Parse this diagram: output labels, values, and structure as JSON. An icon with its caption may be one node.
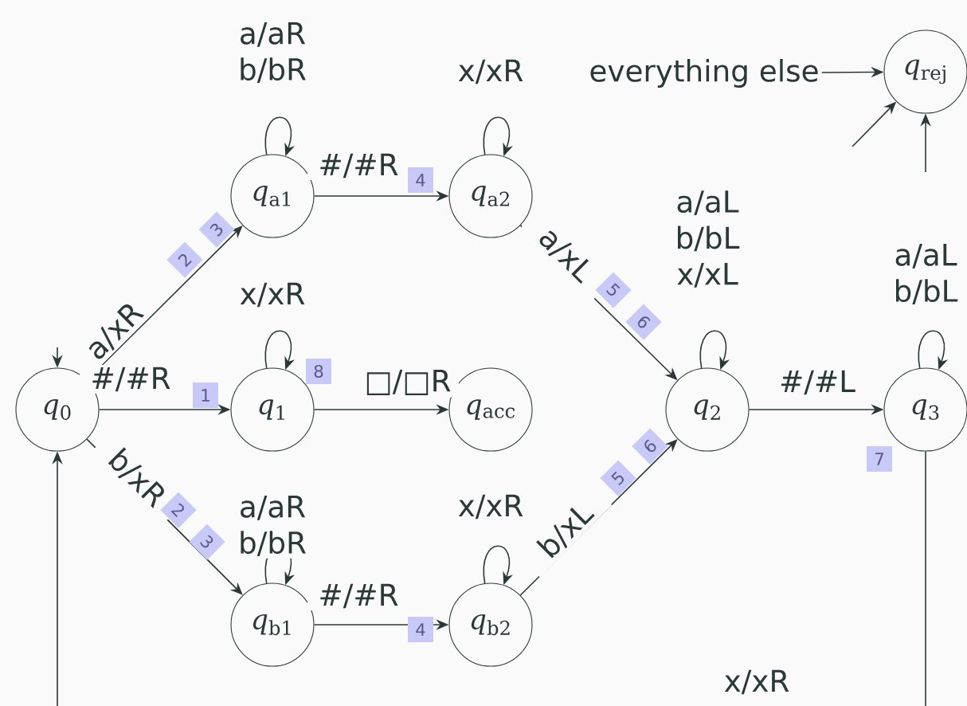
{
  "diagram": {
    "nodes": [
      {
        "text": [
          "*q*$_{0}$"
        ]
      },
      {
        "text": [
          "*q*$_{a1}$"
        ]
      },
      {
        "text": [
          "*q*$_{a2}$"
        ]
      },
      {
        "text": [
          "*q*$_{1}$"
        ]
      },
      {
        "text": [
          "*q*$_{acc}$"
        ]
      },
      {
        "text": [
          "*q*$_{2}$"
        ]
      },
      {
        "text": [
          "*q*$_{3}$"
        ]
      },
      {
        "text": [
          "*q*$_{b1}$"
        ]
      },
      {
        "text": [
          "*q*$_{b2}$"
        ]
      },
      {
        "text": [
          "*q*$_{rej}$"
        ]
      },
      {
        "text": [
          "everything else"
        ]
      }
    ],
    "edges": [
      {
        "from": 0,
        "to": 1,
        "arrow": "to",
        "label": "a/xR"
      },
      {
        "from": 0,
        "to": 3,
        "arrow": "to",
        "label": "#/#R"
      },
      {
        "from": 0,
        "to": 7,
        "arrow": "to",
        "label": "b/xR"
      },
      {
        "from": 1,
        "to": 1,
        "arrow": "to",
        "label": "a/aR b/bR"
      },
      {
        "from": 1,
        "to": 2,
        "arrow": "to",
        "label": "#/#R"
      },
      {
        "from": 2,
        "to": 2,
        "arrow": "to",
        "label": "x/xR"
      },
      {
        "from": 2,
        "to": 5,
        "arrow": "to",
        "label": "a/xL"
      },
      {
        "from": 3,
        "to": 3,
        "arrow": "to",
        "label": "x/xR"
      },
      {
        "from": 3,
        "to": 4,
        "arrow": "to",
        "label": "□/□R"
      },
      {
        "from": 7,
        "to": 7,
        "arrow": "to",
        "label": "a/aR b/bR"
      },
      {
        "from": 7,
        "to": 8,
        "arrow": "to",
        "label": "#/#R"
      },
      {
        "from": 8,
        "to": 8,
        "arrow": "to",
        "label": "x/xR"
      },
      {
        "from": 8,
        "to": 5,
        "arrow": "to",
        "label": "b/xL"
      },
      {
        "from": 5,
        "to": 5,
        "arrow": "to",
        "label": "a/aL b/bL x/xL"
      },
      {
        "from": 5,
        "to": 6,
        "arrow": "to",
        "label": "#/#L"
      },
      {
        "from": 6,
        "to": 6,
        "arrow": "to",
        "label": "a/aL b/bL"
      },
      {
        "from": 6,
        "to": 0,
        "arrow": "to",
        "label": "x/xR"
      },
      {
        "from": null,
        "to": 0,
        "arrow": "to"
      },
      {
        "from": 10,
        "to": 9,
        "arrow": "to"
      },
      {
        "from": null,
        "to": 9,
        "arrow": "to"
      },
      {
        "from": null,
        "to": 9,
        "arrow": "to"
      }
    ],
    "labels": [
      "3",
      "2",
      "4",
      "5",
      "6",
      "8",
      "1",
      "7",
      "2",
      "6",
      "3",
      "5",
      "4"
    ]
  }
}
